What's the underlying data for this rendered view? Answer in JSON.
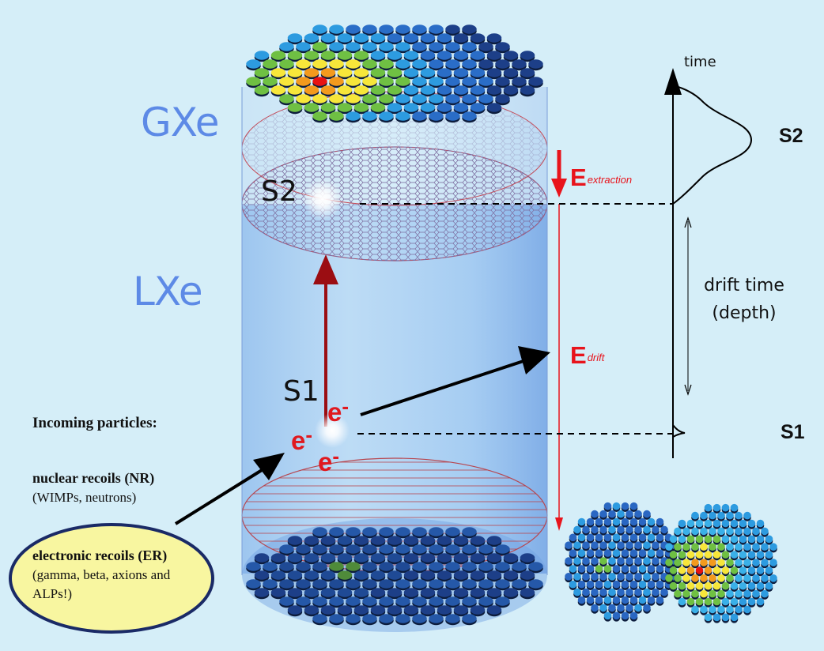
{
  "labels": {
    "gas_phase": "GXe",
    "liquid_phase": "LXe",
    "s2_in_detector": "S2",
    "s1_in_detector": "S1",
    "e_extraction_main": "E",
    "e_extraction_sub": "extraction",
    "e_drift_main": "E",
    "e_drift_sub": "drift",
    "electron_symbol": "e",
    "electron_charge": "-"
  },
  "timeline": {
    "axis_label": "time",
    "s2_label": "S2",
    "s1_label": "S1",
    "drift_line1": "drift time",
    "drift_line2": "(depth)"
  },
  "incoming": {
    "heading": "Incoming particles:",
    "nr_title": "nuclear recoils (NR)",
    "nr_examples": "(WIMPs, neutrons)",
    "er_title": "electronic recoils (ER)",
    "er_line1": "(gamma, beta, axions and",
    "er_line2": "ALPs!)"
  },
  "colors": {
    "background": "#d5eef8",
    "phase_text": "#5d8ae6",
    "field_red": "#e8141c",
    "drift_arrow": "#9b0d12",
    "er_ellipse_fill": "#f8f6a0",
    "pmt_hot": "#e81212",
    "pmt_warm": "#f39a1d",
    "pmt_mid": "#f7e63a",
    "pmt_green": "#6fc043",
    "pmt_cyan": "#2d9be0",
    "pmt_cold": "#1d3f88"
  }
}
